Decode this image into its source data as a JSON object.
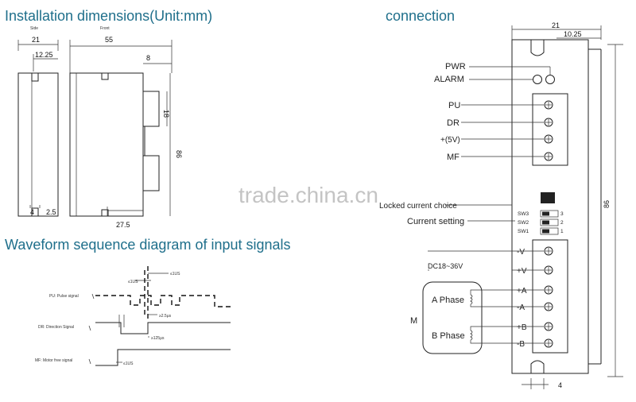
{
  "headings": {
    "installation": "Installation dimensions(Unit:mm)",
    "connection": "connection",
    "waveform": "Waveform sequence diagram of input signals"
  },
  "dimensions": {
    "side_label": "Side",
    "front_label": "Front",
    "side_width": "21",
    "side_offset": "12.25",
    "front_width": "55",
    "front_right": "8",
    "front_height_mid": "18",
    "front_height": "86",
    "bottom_left_1": "4",
    "bottom_left_2": "2.5",
    "bottom_front": "27.5",
    "conn_width": "21",
    "conn_offset": "10.25",
    "conn_height": "86",
    "conn_bottom": "4"
  },
  "connection": {
    "pwr": "PWR",
    "alarm": "ALARM",
    "pu": "PU",
    "dr": "DR",
    "v5": "+(5V)",
    "mf": "MF",
    "locked": "Locked current choice",
    "current_setting": "Current setting",
    "sw3": "SW3",
    "sw2": "SW2",
    "sw1": "SW1",
    "sw3_num": "3",
    "sw2_num": "2",
    "sw1_num": "1",
    "dc": "DC18~36V",
    "minus_v": "-V",
    "plus_v": "+V",
    "plus_a": "+A",
    "minus_a": "-A",
    "plus_b": "+B",
    "minus_b": "-B",
    "a_phase": "A Phase",
    "b_phase": "B Phase",
    "m": "M"
  },
  "waveform": {
    "pu_label": "PU: Pulse signal",
    "dr_label": "DR: Direction Signal",
    "mf_label": "MF: Motor free signal",
    "t1": "≤1US",
    "t2": "≤1US",
    "t3": "≥2.5μs",
    "t4": "≥125μs",
    "t5": "≤1US"
  },
  "watermark": "trade.china.cn"
}
